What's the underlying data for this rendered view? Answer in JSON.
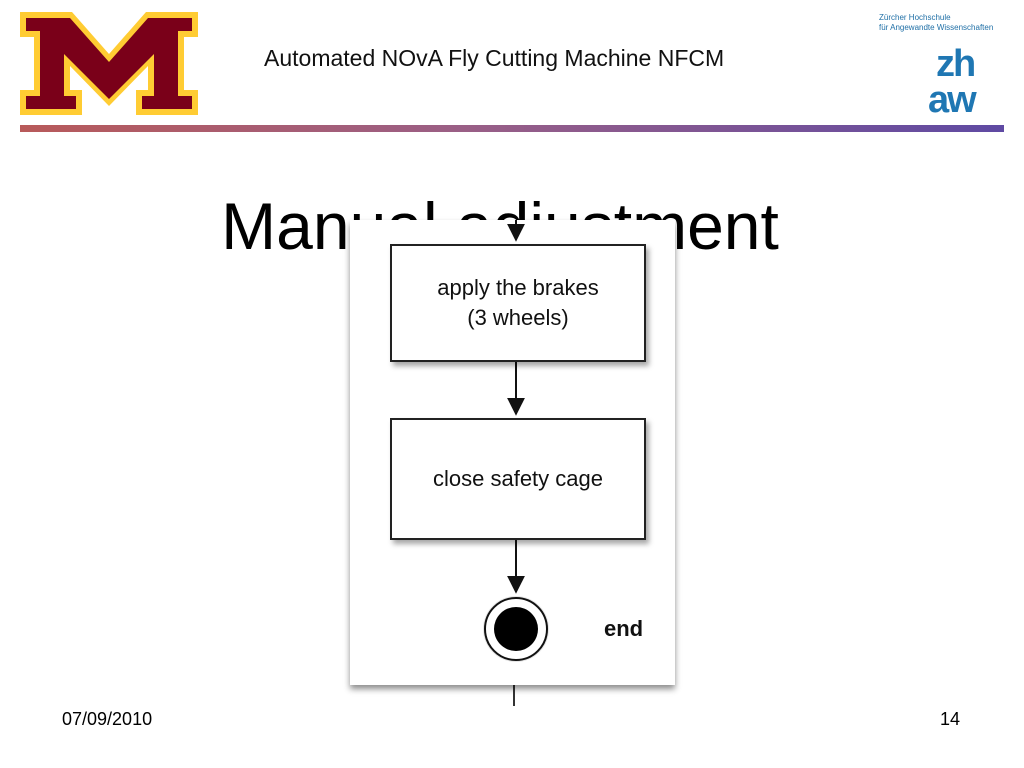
{
  "header": {
    "title": "Automated NOvA Fly Cutting Machine NFCM",
    "org_line1": "Zürcher Hochschule",
    "org_line2": "für Angewandte Wissenschaften",
    "logo_zh": "zh",
    "logo_aw": "aw",
    "logo_m_icon": "university-of-minnesota-m-logo",
    "accent_maroon": "#7a0019",
    "accent_gold": "#ffcc33",
    "zhaw_blue": "#1f77b3"
  },
  "slide": {
    "title": "Manual adjustment"
  },
  "diagram": {
    "steps": [
      "apply the brakes\n(3 wheels)",
      "close safety cage"
    ],
    "end_label": "end"
  },
  "footer": {
    "date": "07/09/2010",
    "page": "14"
  }
}
